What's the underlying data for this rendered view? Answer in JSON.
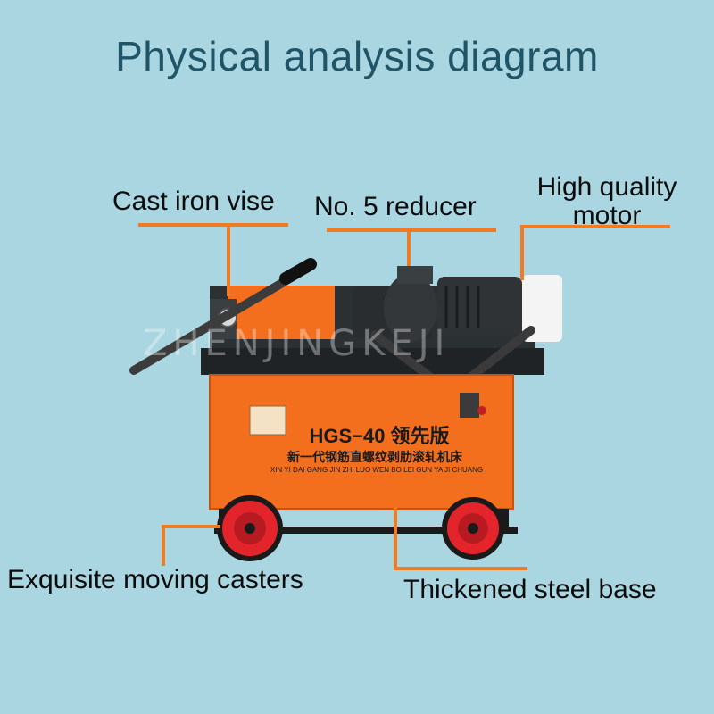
{
  "title": "Physical analysis diagram",
  "callouts": {
    "vise": "Cast iron vise",
    "reducer": "No. 5 reducer",
    "motor": "High quality motor",
    "casters": "Exquisite moving casters",
    "base": "Thickened steel base"
  },
  "machine": {
    "model": "HGS−40 领先版",
    "subtitle_cn": "新一代钢筋直螺纹剥肋滚轧机床",
    "subtitle_pinyin": "XIN YI DAI GANG JIN ZHI LUO WEN BO LEI GUN YA JI CHUANG"
  },
  "watermark": "ZHENJINGKEJI",
  "colors": {
    "background": "#a9d6e1",
    "title": "#1f5566",
    "accent_orange": "#f07b22",
    "machine_orange": "#f36f1e",
    "dark_metal": "#2b3033",
    "wheel_red": "#e3242b"
  }
}
